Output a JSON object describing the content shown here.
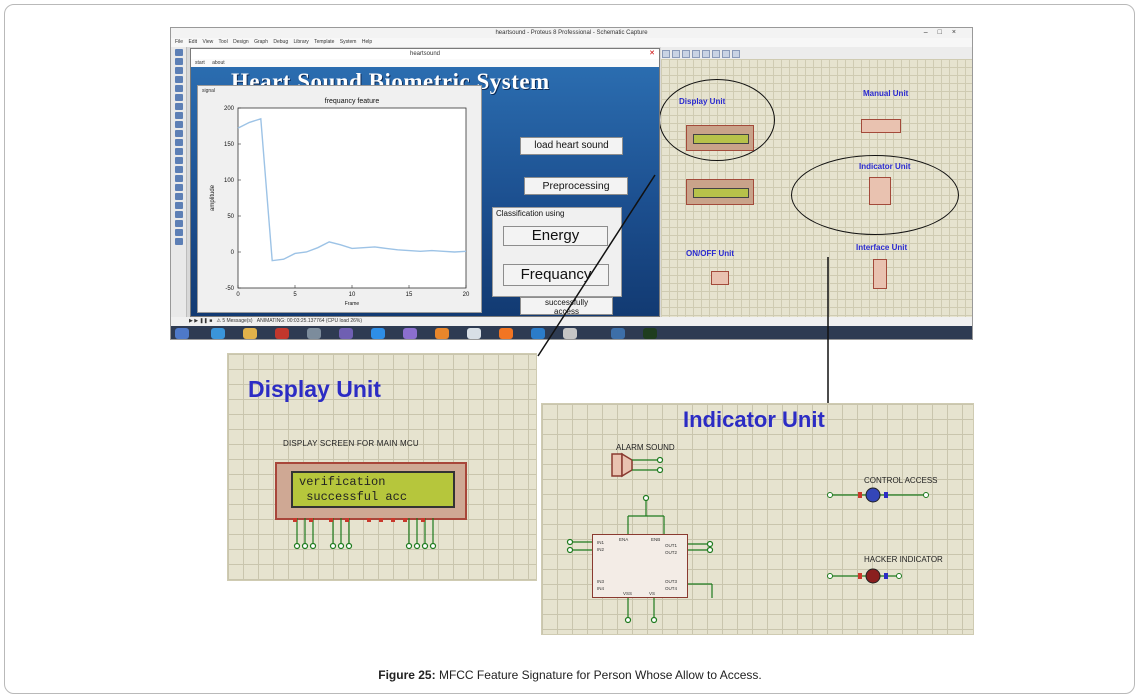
{
  "app": {
    "title": "heartsound - Proteus 8 Professional - Schematic Capture",
    "menu": [
      "File",
      "Edit",
      "View",
      "Tool",
      "Design",
      "Graph",
      "Debug",
      "Library",
      "Template",
      "System",
      "Help"
    ],
    "status_messages": "5 Message(s)",
    "status_text": "ANIMATING: 00:03:25.137764 (CPU load 26%)"
  },
  "matlab": {
    "window_title": "heartsound",
    "menu": [
      "start",
      "about"
    ],
    "app_title": "Heart Sound Biometric System",
    "panel_label": "signal",
    "buttons": {
      "load": "load heart sound",
      "preprocess": "Preprocessing",
      "energy": "Energy",
      "frequancy": "Frequancy"
    },
    "classification_title": "Classification using",
    "result_text": "successfully access"
  },
  "chart_data": {
    "type": "line",
    "title": "frequancy feature",
    "xlabel": "Frame",
    "ylabel": "amplitude",
    "xlim": [
      0,
      20
    ],
    "ylim": [
      -50,
      200
    ],
    "xticks": [
      0,
      5,
      10,
      15,
      20
    ],
    "yticks": [
      -50,
      0,
      50,
      100,
      150,
      200
    ],
    "grid": false,
    "series": [
      {
        "color": "#9dc3e6",
        "x": [
          0,
          1,
          2,
          3,
          4,
          5,
          6,
          7,
          8,
          9,
          10,
          11,
          12,
          13,
          14,
          15,
          16,
          17,
          18,
          19,
          20
        ],
        "y": [
          172,
          180,
          185,
          -12,
          -10,
          -2,
          0,
          6,
          14,
          10,
          5,
          6,
          7,
          5,
          3,
          2,
          1,
          2,
          1,
          0,
          1
        ]
      }
    ]
  },
  "schematic": {
    "display_unit": "Display Unit",
    "manual_unit": "Manual Unit",
    "indicator_unit": "Indicator Unit",
    "onoff_unit": "ON/OFF Unit",
    "interface_unit": "Interface Unit"
  },
  "zoom_display": {
    "title": "Display Unit",
    "screen_label": "DISPLAY SCREEN FOR MAIN MCU",
    "lcd_line1": "verification",
    "lcd_line2": " successful acc"
  },
  "zoom_indicator": {
    "title": "Indicator Unit",
    "alarm": "ALARM SOUND",
    "control": "CONTROL ACCESS",
    "hacker": "HACKER INDICATOR"
  },
  "caption": {
    "label": "Figure 25:",
    "text": " MFCC Feature Signature for Person Whose Allow to Access."
  },
  "colors": {
    "schematic_label": "#2a2ad0",
    "lcd_glass": "#b6c63c",
    "matlab_bg": "#1c4f8f"
  }
}
